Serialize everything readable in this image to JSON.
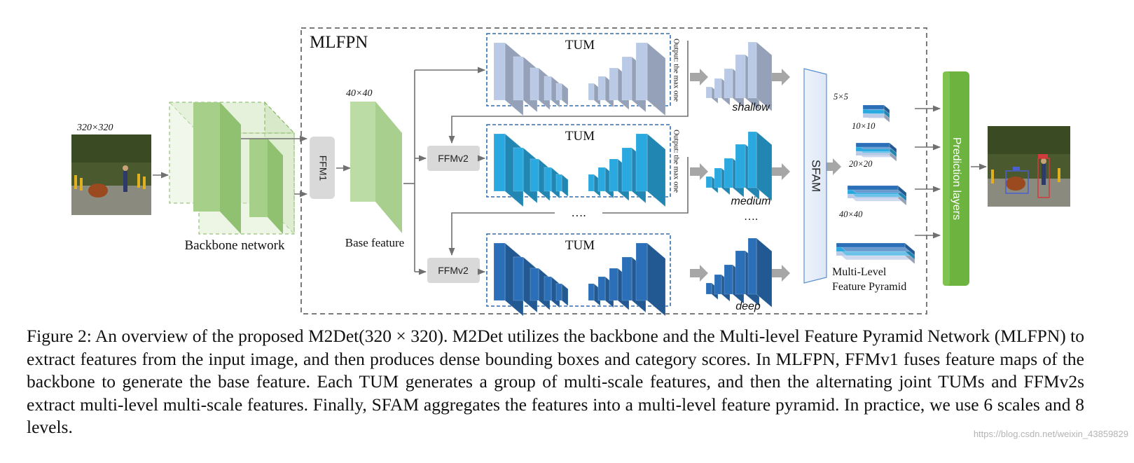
{
  "labels": {
    "mlfpn": "MLFPN",
    "input_size": "320×320",
    "backbone": "Backbone network",
    "ffm1": "FFM1",
    "base_size": "40×40",
    "base_feature": "Base feature",
    "ffmv2": "FFMv2",
    "tum": "TUM",
    "output_note": "Output: the max one",
    "shallow": "shallow",
    "medium": "medium",
    "deep": "deep",
    "dots": "….",
    "sfam": "SFAM",
    "prediction": "Prediction layers",
    "pyramid_line1": "Multi-Level",
    "pyramid_line2": "Feature Pyramid",
    "scales": [
      "5×5",
      "10×10",
      "20×20",
      "40×40"
    ]
  },
  "caption": "Figure 2: An overview of the proposed M2Det(320 × 320). M2Det utilizes the backbone and the Multi-level Feature Pyramid Network (MLFPN) to extract features from the input image, and then produces dense bounding boxes and category scores. In MLFPN, FFMv1 fuses feature maps of the backbone to generate the base feature. Each TUM generates a group of multi-scale features, and then the alternating joint TUMs and FFMv2s extract multi-level multi-scale features. Finally, SFAM aggregates the features into a multi-level feature pyramid. In practice, we use 6 scales and 8 levels.",
  "watermark": "https://blog.csdn.net/weixin_43859829",
  "colors": {
    "tum_shallow": "#b9c9e6",
    "tum_medium": "#2aa8e0",
    "tum_deep": "#2a6fb8",
    "backbone_green": "#a9cf8f",
    "prediction_green": "#6db33f",
    "dashed_frame": "#7a7a7a",
    "dashed_blue": "#2f6fb3"
  }
}
